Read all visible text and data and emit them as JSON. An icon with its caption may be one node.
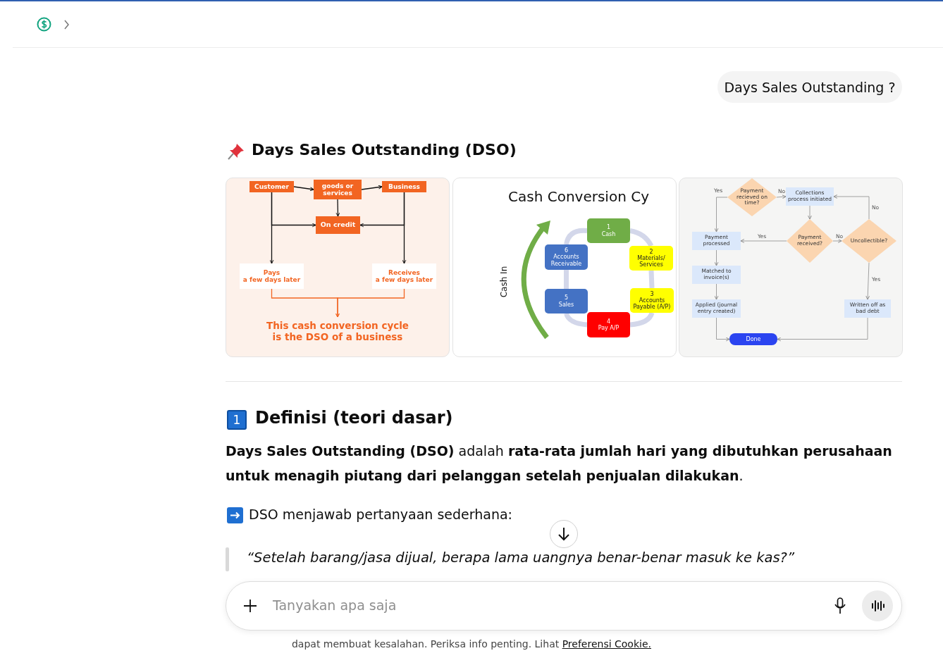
{
  "diagram": {
    "title": "Days Sales Outstanding (DSO)",
    "nodes": [
      {
        "text": [
          "Customer"
        ]
      },
      {
        "text": [
          "goods or services"
        ]
      },
      {
        "text": [
          "Business"
        ]
      },
      {
        "text": [
          "On credit"
        ]
      },
      {
        "text": [
          "Pays",
          "a few days later"
        ]
      },
      {
        "text": [
          "Receives",
          "a few days later"
        ]
      },
      {
        "text": [
          "This cash conversion cycle is the DSO of a business"
        ]
      },
      {
        "text": [
          "1",
          "Cash"
        ]
      },
      {
        "text": [
          "2",
          "Materials/ Services"
        ]
      },
      {
        "text": [
          "3",
          "Accounts Payable (A/P)"
        ]
      },
      {
        "text": [
          "4",
          "Pay A/P"
        ]
      },
      {
        "text": [
          "5",
          "Sales"
        ]
      },
      {
        "text": [
          "6",
          "Accounts Receivable"
        ]
      },
      {
        "text": [
          "Payment recieved on time?"
        ]
      },
      {
        "text": [
          "Collections process initiated"
        ]
      },
      {
        "text": [
          "Payment processed"
        ]
      },
      {
        "text": [
          "Payment received?"
        ]
      },
      {
        "text": [
          "Uncollectible?"
        ]
      },
      {
        "text": [
          "Matched to invoice(s)"
        ]
      },
      {
        "text": [
          "Applied (journal entry created)"
        ]
      },
      {
        "text": [
          "Written off as bad debt"
        ]
      },
      {
        "text": [
          "Done"
        ]
      }
    ],
    "edges": [
      {
        "from": 0,
        "to": 1,
        "arrow": "to",
        "color": "#111111"
      },
      {
        "from": 1,
        "to": 2,
        "arrow": "to",
        "color": "#111111"
      },
      {
        "from": 0,
        "to": 4,
        "arrow": "to",
        "color": "#111111"
      },
      {
        "from": 0,
        "to": 3,
        "arrow": "to",
        "color": "#111111"
      },
      {
        "from": 1,
        "to": 3,
        "arrow": "to",
        "color": "#111111"
      },
      {
        "from": 2,
        "to": 3,
        "arrow": "to",
        "color": "#111111"
      },
      {
        "from": 2,
        "to": 5,
        "arrow": "to",
        "color": "#111111"
      },
      {
        "from": 4,
        "to": 6,
        "arrow": "to",
        "color": "#f26522"
      },
      {
        "from": 5,
        "to": 6,
        "arrow": "to",
        "color": "#f26522"
      },
      {
        "from": 7,
        "to": 8,
        "arrow": "none",
        "style": "thick",
        "color": "#d3d7ea"
      },
      {
        "from": 8,
        "to": 9,
        "arrow": "none",
        "style": "thick",
        "color": "#d3d7ea"
      },
      {
        "from": 9,
        "to": 10,
        "arrow": "none",
        "style": "thick",
        "color": "#d3d7ea"
      },
      {
        "from": 10,
        "to": 11,
        "arrow": "none",
        "style": "thick",
        "color": "#d3d7ea"
      },
      {
        "from": 11,
        "to": 12,
        "arrow": "none",
        "style": "thick",
        "color": "#d3d7ea"
      },
      {
        "from": 12,
        "to": 7,
        "arrow": "to",
        "style": "thick",
        "color": "#d3d7ea"
      },
      {
        "from": 13,
        "to": 15,
        "arrow": "to",
        "label": "Yes"
      },
      {
        "from": 13,
        "to": 14,
        "arrow": "to",
        "label": "No"
      },
      {
        "from": 14,
        "to": 16,
        "arrow": "to"
      },
      {
        "from": 16,
        "to": 15,
        "arrow": "to",
        "label": "Yes"
      },
      {
        "from": 16,
        "to": 17,
        "arrow": "to",
        "label": "No"
      },
      {
        "from": 17,
        "to": 14,
        "arrow": "to",
        "label": "No"
      },
      {
        "from": 17,
        "to": 20,
        "arrow": "to",
        "label": "Yes"
      },
      {
        "from": 15,
        "to": 18,
        "arrow": "to"
      },
      {
        "from": 18,
        "to": 19,
        "arrow": "to"
      },
      {
        "from": 19,
        "to": 21,
        "arrow": "to"
      },
      {
        "from": 20,
        "to": 21,
        "arrow": "to"
      }
    ],
    "labels": [
      "Days Sales Outstanding ?",
      "Cash Conversion Cy",
      "Cash In",
      "1",
      "Definisi (teori dasar)",
      "**Days Sales Outstanding (DSO)** adalah **rata-rata jumlah hari yang dibutuhkan perusahaan untuk menagih piutang dari pelanggan setelah penjualan dilakukan**.",
      "DSO menjawab pertanyaan sederhana:",
      "“Setelah barang/jasa dijual, berapa lama uangnya benar-benar masuk ke kas?”",
      "Tanyakan apa saja",
      "dapat membuat kesalahan. Periksa info penting. Lihat",
      "Preferensi Cookie."
    ]
  }
}
